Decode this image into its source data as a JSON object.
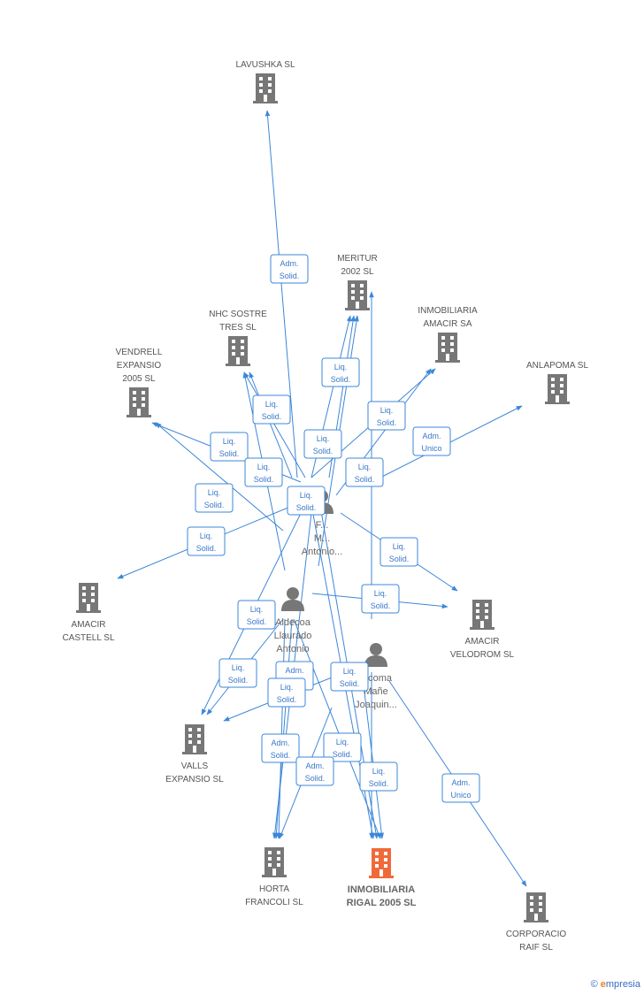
{
  "colors": {
    "edge": "#3d87d8",
    "building": "#777777",
    "building_focus": "#ef6a3a",
    "person": "#777777",
    "box_border": "#3d87d8",
    "box_text": "#3a78c9"
  },
  "companies": [
    {
      "id": "lavushka",
      "lines": [
        "LAVUSHKA SL"
      ],
      "focus": false
    },
    {
      "id": "meritur",
      "lines": [
        "MERITUR",
        "2002 SL"
      ],
      "focus": false
    },
    {
      "id": "nhc",
      "lines": [
        "NHC SOSTRE",
        "TRES SL"
      ],
      "focus": false
    },
    {
      "id": "inmo_amacir",
      "lines": [
        "INMOBILIARIA",
        "AMACIR SA"
      ],
      "focus": false
    },
    {
      "id": "vendrell",
      "lines": [
        "VENDRELL",
        "EXPANSIO",
        "2005 SL"
      ],
      "focus": false
    },
    {
      "id": "anlapoma",
      "lines": [
        "ANLAPOMA SL"
      ],
      "focus": false
    },
    {
      "id": "amacir_castell",
      "lines": [
        "AMACIR",
        "CASTELL SL"
      ],
      "focus": false
    },
    {
      "id": "amacir_velodrom",
      "lines": [
        "AMACIR",
        "VELODROM SL"
      ],
      "focus": false
    },
    {
      "id": "valls",
      "lines": [
        "VALLS",
        "EXPANSIO SL"
      ],
      "focus": false
    },
    {
      "id": "horta",
      "lines": [
        "HORTA",
        "FRANCOLI SL"
      ],
      "focus": false
    },
    {
      "id": "rigal",
      "lines": [
        "INMOBILIARIA",
        "RIGAL 2005 SL"
      ],
      "focus": true
    },
    {
      "id": "corporacio",
      "lines": [
        "CORPORACIO",
        "RAIF SL"
      ],
      "focus": false
    }
  ],
  "persons": [
    {
      "id": "p1",
      "lines": [
        "F...",
        "M...",
        "Antonio..."
      ]
    },
    {
      "id": "p2",
      "lines": [
        "Aldecoa",
        "Llaurado",
        "Antonio"
      ]
    },
    {
      "id": "p3",
      "lines": [
        "...coma",
        "Mañe",
        "Joaquin..."
      ]
    }
  ],
  "edge_labels": [
    {
      "id": "e1",
      "lines": [
        "Adm.",
        "Solid."
      ]
    },
    {
      "id": "e2",
      "lines": [
        "Liq.",
        "Solid."
      ]
    },
    {
      "id": "e3",
      "lines": [
        "Liq.",
        "Solid."
      ]
    },
    {
      "id": "e4",
      "lines": [
        "Liq.",
        "Solid."
      ]
    },
    {
      "id": "e5",
      "lines": [
        "Liq.",
        "Solid."
      ]
    },
    {
      "id": "e6",
      "lines": [
        "Adm.",
        "Unico"
      ]
    },
    {
      "id": "e7",
      "lines": [
        "Liq.",
        "Solid."
      ]
    },
    {
      "id": "e8",
      "lines": [
        "Liq.",
        "Solid."
      ]
    },
    {
      "id": "e9",
      "lines": [
        "Liq.",
        "Solid."
      ]
    },
    {
      "id": "e10",
      "lines": [
        "Liq.",
        "Solid."
      ]
    },
    {
      "id": "e11",
      "lines": [
        "Liq.",
        "Solid."
      ]
    },
    {
      "id": "e12",
      "lines": [
        "Liq.",
        "Solid."
      ]
    },
    {
      "id": "e13",
      "lines": [
        "Liq.",
        "Solid."
      ]
    },
    {
      "id": "e14",
      "lines": [
        "Liq.",
        "Solid."
      ]
    },
    {
      "id": "e15",
      "lines": [
        "Liq.",
        "Solid."
      ]
    },
    {
      "id": "e16",
      "lines": [
        "Adm.",
        "Solid."
      ]
    },
    {
      "id": "e17",
      "lines": [
        "Liq.",
        "Solid."
      ]
    },
    {
      "id": "e18",
      "lines": [
        "Liq.",
        "Solid."
      ]
    },
    {
      "id": "e19",
      "lines": [
        "Liq.",
        "Solid."
      ]
    },
    {
      "id": "e20",
      "lines": [
        "Adm.",
        "Solid."
      ]
    },
    {
      "id": "e21",
      "lines": [
        "Liq.",
        "Solid."
      ]
    },
    {
      "id": "e22",
      "lines": [
        "Adm.",
        "Solid."
      ]
    },
    {
      "id": "e23",
      "lines": [
        "Liq.",
        "Solid."
      ]
    },
    {
      "id": "e24",
      "lines": [
        "Adm.",
        "Unico"
      ]
    }
  ],
  "watermark": {
    "symbol": "©",
    "brand_initial": "e",
    "brand_rest": "mpresia"
  }
}
